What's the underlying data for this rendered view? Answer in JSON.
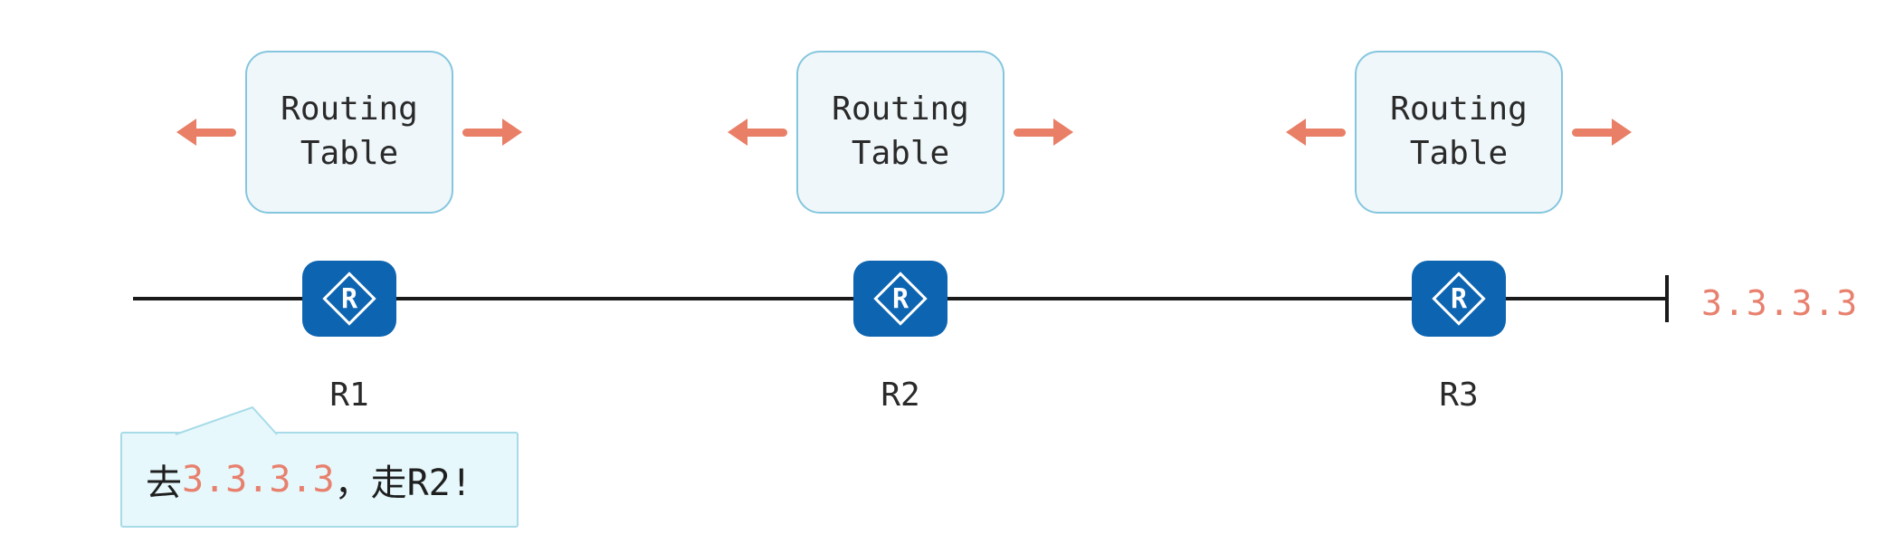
{
  "diagram": {
    "routing_table_label": "Routing\nTable",
    "router_icon_letter": "R",
    "routers": [
      {
        "label": "R1"
      },
      {
        "label": "R2"
      },
      {
        "label": "R3"
      }
    ],
    "destination_ip": "3.3.3.3",
    "callout": {
      "prefix": "去",
      "ip": "3.3.3.3",
      "suffix": "，走R2!"
    },
    "colors": {
      "arrow": "#e87f66",
      "router_blue": "#0d64b0",
      "box_border": "#85c6de",
      "box_bg": "#eff7fa",
      "accent_ip": "#e8806e",
      "bubble_bg": "#e6f8fb",
      "bubble_border": "#a8dbe8",
      "line": "#1a1a1a"
    }
  }
}
